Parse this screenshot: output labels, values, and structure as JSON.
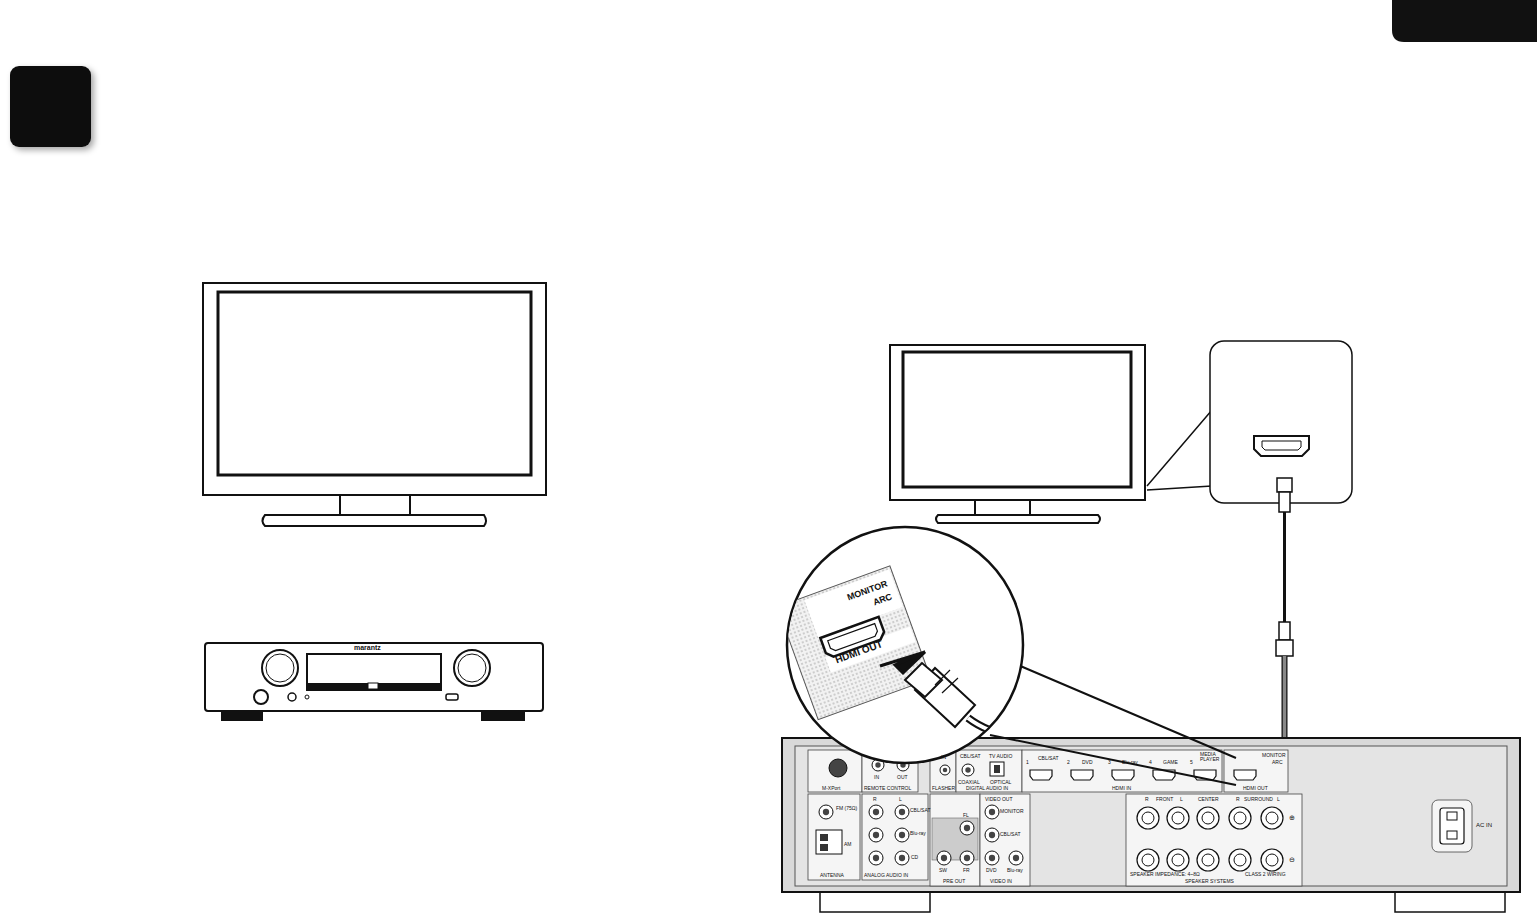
{
  "diagram": {
    "labels": [
      "marantz",
      "MONITOR",
      "ARC",
      "HDMI OUT",
      "M-XPort",
      "IN",
      "OUT",
      "REMOTE CONTROL",
      "IN",
      "FLASHER",
      "CBL/SAT",
      "COAXIAL",
      "TV AUDIO",
      "OPTICAL",
      "DIGITAL AUDIO IN",
      "1",
      "CBL/SAT",
      "2",
      "DVD",
      "3",
      "Blu-ray",
      "4",
      "GAME",
      "5",
      "MEDIA PLAYER",
      "HDMI IN",
      "MONITOR",
      "ARC",
      "HDMI OUT",
      "FM (75Ω)",
      "AM",
      "ANTENNA",
      "R",
      "L",
      "CBL/SAT",
      "Blu-ray",
      "CD",
      "ANALOG AUDIO IN",
      "FL",
      "SW",
      "FR",
      "PRE OUT",
      "VIDEO OUT",
      "MONITOR",
      "CBL/SAT",
      "DVD",
      "Blu-ray",
      "VIDEO IN",
      "R",
      "FRONT",
      "L",
      "CENTER",
      "R",
      "SURROUND",
      "L",
      "⊕",
      "⊖",
      "SPEAKER IMPEDANCE: 4~8Ω",
      "CLASS 2 WIRING",
      "SPEAKER SYSTEMS",
      "AC IN"
    ]
  }
}
